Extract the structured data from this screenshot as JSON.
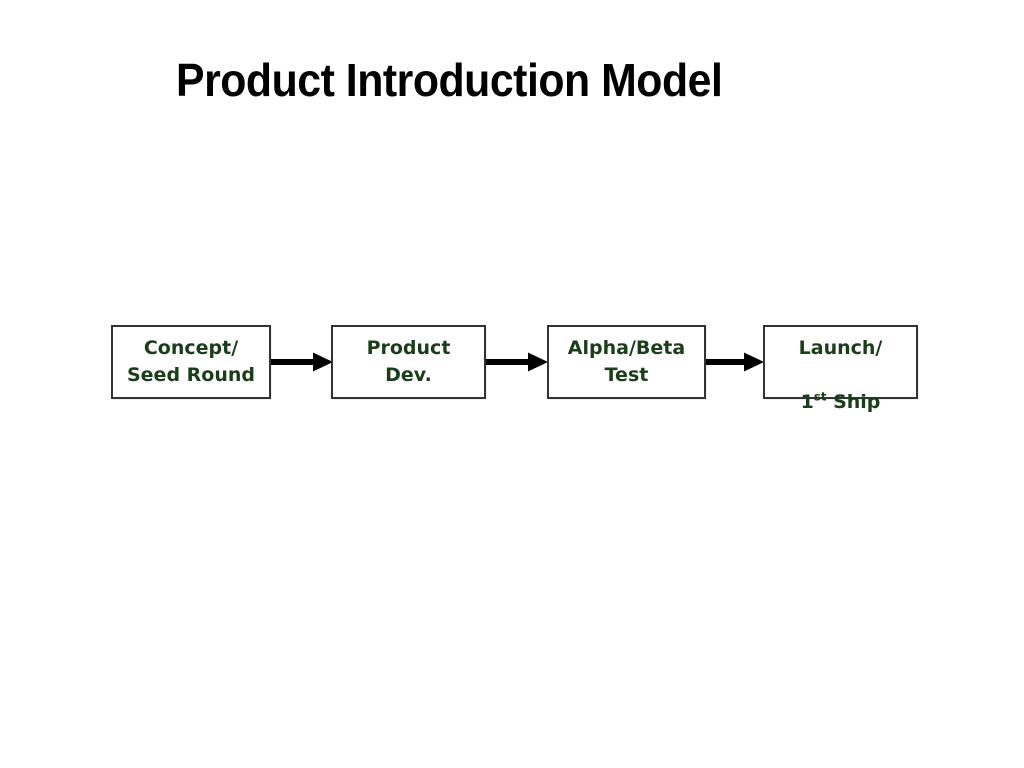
{
  "slide": {
    "title": "Product Introduction Model",
    "background_color": "#ffffff",
    "title_color": "#000000"
  },
  "diagram": {
    "type": "process-flow",
    "orientation": "horizontal",
    "box_text_color": "#1a3d1a",
    "box_border_color": "#333333",
    "box_fill_color": "#ffffff",
    "arrow_color": "#000000",
    "stages": [
      {
        "index": 1,
        "line1": "Concept/",
        "line2": "Seed Round",
        "text": "Concept/\nSeed Round",
        "has_superscript": false
      },
      {
        "index": 2,
        "line1": "Product",
        "line2": "Dev.",
        "text": "Product\nDev.",
        "has_superscript": false
      },
      {
        "index": 3,
        "line1": "Alpha/Beta",
        "line2": "Test",
        "text": "Alpha/Beta\nTest",
        "has_superscript": false
      },
      {
        "index": 4,
        "line1": "Launch/",
        "line2_prefix": "1",
        "line2_superscript": "st",
        "line2_suffix": " Ship",
        "text": "Launch/\n1st Ship",
        "has_superscript": true
      }
    ],
    "connectors": [
      {
        "from": "Concept/Seed Round",
        "to": "Product Dev.",
        "glyph": "arrow-right-icon"
      },
      {
        "from": "Product Dev.",
        "to": "Alpha/Beta Test",
        "glyph": "arrow-right-icon"
      },
      {
        "from": "Alpha/Beta Test",
        "to": "Launch/1st Ship",
        "glyph": "arrow-right-icon"
      }
    ]
  }
}
